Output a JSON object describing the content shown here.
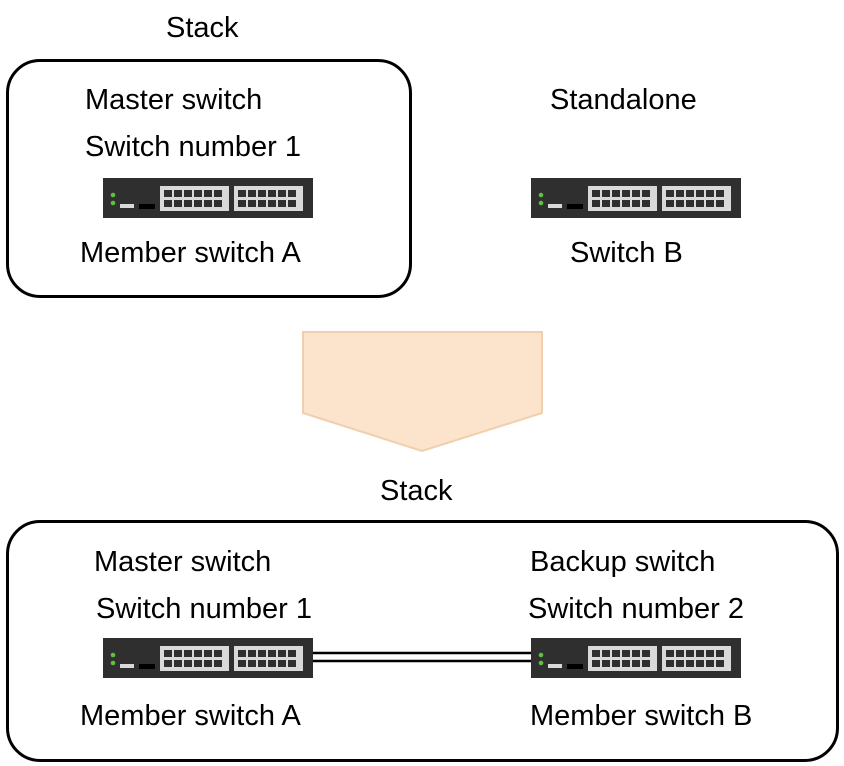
{
  "top": {
    "stack_title": "Stack",
    "master_role": "Master switch",
    "master_number": "Switch number 1",
    "member_a_name": "Member switch A",
    "standalone_title": "Standalone",
    "switch_b_name": "Switch B"
  },
  "bottom": {
    "stack_title": "Stack",
    "master_role": "Master switch",
    "master_number": "Switch number 1",
    "member_a_name": "Member switch A",
    "backup_role": "Backup switch",
    "backup_number": "Switch number 2",
    "member_b_name": "Member switch B"
  },
  "icons": {
    "switch": "network-switch-icon",
    "arrow": "down-arrow-icon",
    "link": "stack-cable"
  },
  "colors": {
    "arrow_fill": "#fbe3cc",
    "arrow_stroke": "#f0cfae",
    "switch_body": "#2f2f2f",
    "switch_ports": "#d9d9d9",
    "led": "#5fbf3f"
  }
}
